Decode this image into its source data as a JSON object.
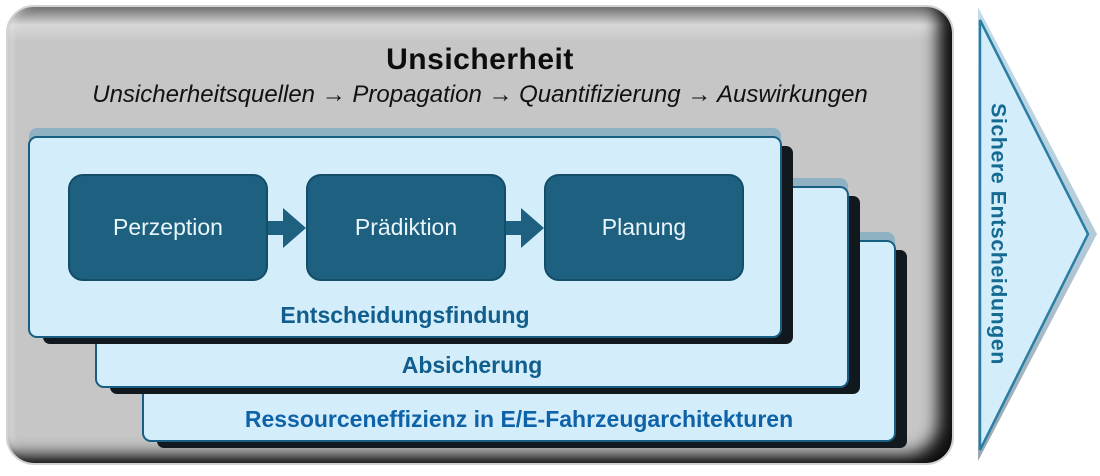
{
  "header": {
    "title": "Unsicherheit",
    "subtitle": "Unsicherheitsquellen → Propagation → Quantifizierung → Auswirkungen"
  },
  "process": {
    "steps": [
      "Perzeption",
      "Prädiktion",
      "Planung"
    ]
  },
  "layers": [
    {
      "label": "Entscheidungsfindung"
    },
    {
      "label": "Absicherung"
    },
    {
      "label": "Ressourceneffizienz in E/E-Fahrzeugarchitekturen"
    }
  ],
  "outcome": {
    "label": "Sichere Entscheidungen"
  },
  "colors": {
    "outer_box": "#c6c6c6",
    "layer_fill": "#d4edfb",
    "layer_border": "#175e82",
    "layer_cap": "#8fb2c2",
    "step_fill": "#1d6080",
    "step_text": "#eaf5fa",
    "label_teal": "#115e8c",
    "label_blue": "#0e63a8",
    "arrow_fill": "#d4edfb",
    "arrow_border": "#2a7ea4",
    "arrow_text": "#156a92",
    "extrusion": "#12191e"
  }
}
